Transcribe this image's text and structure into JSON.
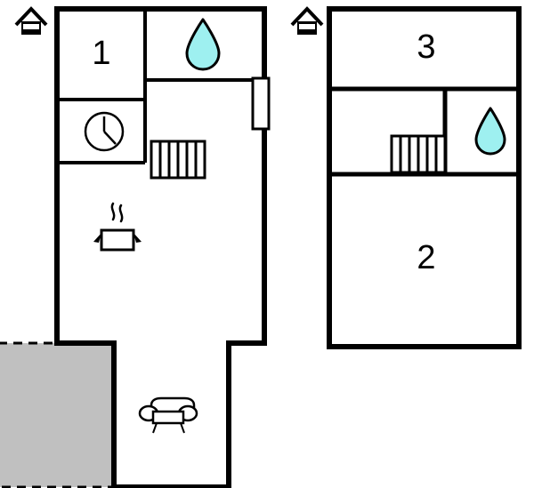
{
  "document": {
    "type": "floor-plan",
    "title": "Two-level holiday home floor plan",
    "background_color": "#ffffff",
    "wall_color": "#000000",
    "terrace_fill": "#c0c0c0",
    "water_color": "#9ef0f0"
  },
  "plans": [
    {
      "id": "ground-floor",
      "north_indicator": {
        "icon": "house-north-icon",
        "label": ""
      },
      "rooms": [
        {
          "id": "room-1",
          "label": "1"
        }
      ],
      "fixtures": [
        {
          "icon": "water-drop-icon",
          "label": ""
        },
        {
          "icon": "clock-icon",
          "label": ""
        },
        {
          "icon": "stairs-icon",
          "label": ""
        },
        {
          "icon": "cooking-pot-icon",
          "label": ""
        },
        {
          "icon": "door-icon",
          "label": ""
        },
        {
          "icon": "sofa-icon",
          "label": ""
        },
        {
          "icon": "terrace-area",
          "label": ""
        }
      ]
    },
    {
      "id": "upper-floor",
      "north_indicator": {
        "icon": "house-north-icon",
        "label": ""
      },
      "rooms": [
        {
          "id": "room-3",
          "label": "3"
        },
        {
          "id": "room-2",
          "label": "2"
        }
      ],
      "fixtures": [
        {
          "icon": "stairs-icon",
          "label": ""
        },
        {
          "icon": "water-drop-icon",
          "label": ""
        }
      ]
    }
  ],
  "labels": {
    "room_1": "1",
    "room_2": "2",
    "room_3": "3"
  }
}
